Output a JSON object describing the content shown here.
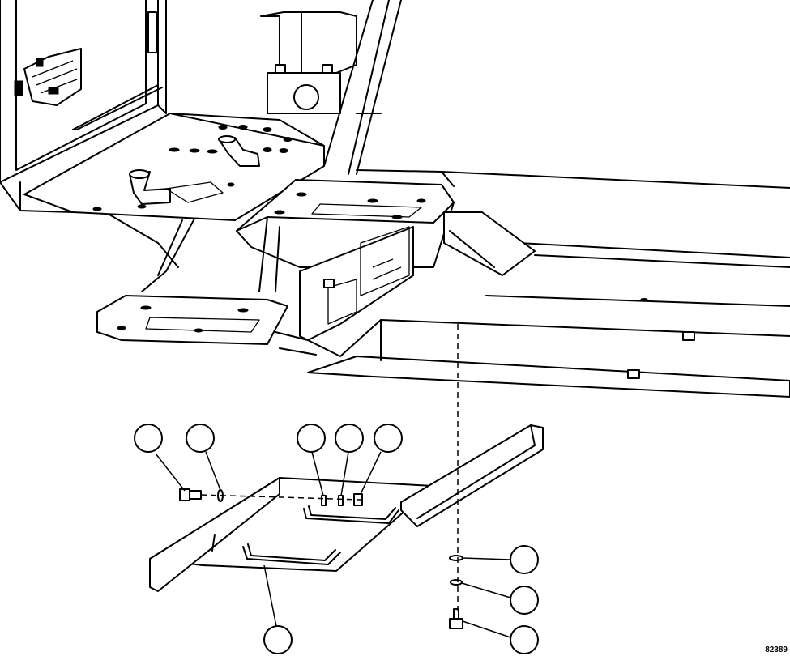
{
  "figure": {
    "id_label": "82389"
  },
  "callouts": [
    {
      "name": "callout-bolt-left"
    },
    {
      "name": "callout-washer-left"
    },
    {
      "name": "callout-nut-1"
    },
    {
      "name": "callout-nut-2"
    },
    {
      "name": "callout-nut-3"
    },
    {
      "name": "callout-washer-right-1"
    },
    {
      "name": "callout-washer-right-2"
    },
    {
      "name": "callout-bolt-right"
    },
    {
      "name": "callout-tray"
    }
  ]
}
